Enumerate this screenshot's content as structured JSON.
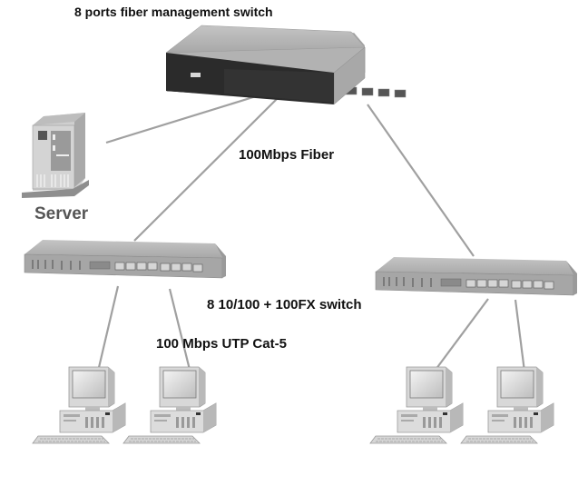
{
  "diagram": {
    "type": "network-topology",
    "labels": {
      "core_switch": "8 ports fiber management switch",
      "fiber_link": "100Mbps Fiber",
      "server": "Server",
      "edge_switch": "8 10/100 + 100FX  switch",
      "utp_link": "100 Mbps UTP Cat-5"
    },
    "nodes": [
      {
        "id": "core",
        "kind": "fiber-management-switch",
        "ports": 8
      },
      {
        "id": "server",
        "kind": "server"
      },
      {
        "id": "edge-left",
        "kind": "edge-switch"
      },
      {
        "id": "edge-right",
        "kind": "edge-switch"
      },
      {
        "id": "pc-1",
        "kind": "workstation"
      },
      {
        "id": "pc-2",
        "kind": "workstation"
      },
      {
        "id": "pc-3",
        "kind": "workstation"
      },
      {
        "id": "pc-4",
        "kind": "workstation"
      }
    ],
    "links": [
      {
        "from": "core",
        "to": "server",
        "medium": "fiber"
      },
      {
        "from": "core",
        "to": "edge-left",
        "medium": "fiber"
      },
      {
        "from": "core",
        "to": "edge-right",
        "medium": "fiber"
      },
      {
        "from": "edge-left",
        "to": "pc-1",
        "medium": "utp"
      },
      {
        "from": "edge-left",
        "to": "pc-2",
        "medium": "utp"
      },
      {
        "from": "edge-right",
        "to": "pc-3",
        "medium": "utp"
      },
      {
        "from": "edge-right",
        "to": "pc-4",
        "medium": "utp"
      }
    ],
    "colors": {
      "link": "#a0a0a0",
      "device_body": "#b4b4b4",
      "device_face": "#2a2a2a",
      "text": "#111111",
      "server_label": "#555555"
    }
  }
}
